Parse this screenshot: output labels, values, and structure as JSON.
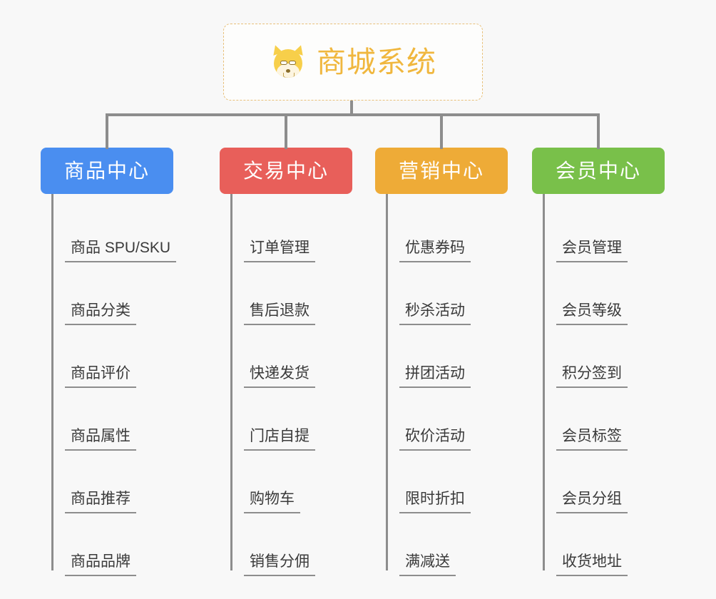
{
  "background_color": "#f8f8f8",
  "root": {
    "icon": "shiba-dog-face-emoji",
    "title": "商城系统",
    "border_color": "#e8c07a",
    "title_color": "#f0b73e"
  },
  "connector_color": "#8d8d8d",
  "branches": [
    {
      "title": "商品中心",
      "color": "#4a8ef0",
      "items": [
        "商品 SPU/SKU",
        "商品分类",
        "商品评价",
        "商品属性",
        "商品推荐",
        "商品品牌"
      ]
    },
    {
      "title": "交易中心",
      "color": "#e85f5a",
      "items": [
        "订单管理",
        "售后退款",
        "快递发货",
        "门店自提",
        "购物车",
        "销售分佣"
      ]
    },
    {
      "title": "营销中心",
      "color": "#eeab37",
      "items": [
        "优惠券码",
        "秒杀活动",
        "拼团活动",
        "砍价活动",
        "限时折扣",
        "满减送"
      ]
    },
    {
      "title": "会员中心",
      "color": "#79c04a",
      "items": [
        "会员管理",
        "会员等级",
        "积分签到",
        "会员标签",
        "会员分组",
        "收货地址"
      ]
    }
  ]
}
